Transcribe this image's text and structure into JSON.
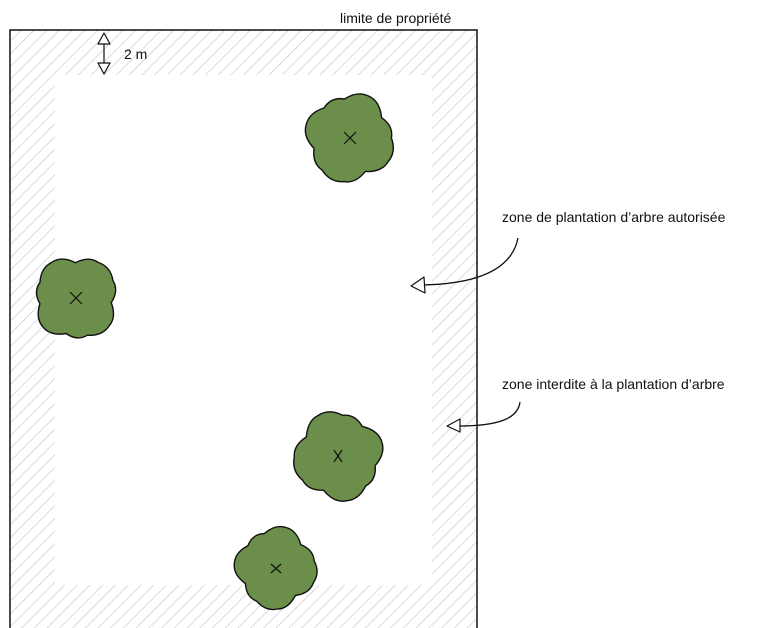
{
  "labels": {
    "property_limit": "limite de propriété",
    "distance": "2 m",
    "allowed_zone": "zone de plantation d’arbre autorisée",
    "forbidden_zone": "zone interdite à la plantation d’arbre"
  },
  "trees": [
    {
      "name": "tree-top-right"
    },
    {
      "name": "tree-left"
    },
    {
      "name": "tree-middle-right"
    },
    {
      "name": "tree-bottom"
    }
  ],
  "colors": {
    "tree_fill": "#6b8f4a",
    "outline": "#111111",
    "hatch": "#c8c8c8",
    "background": "#ffffff"
  }
}
